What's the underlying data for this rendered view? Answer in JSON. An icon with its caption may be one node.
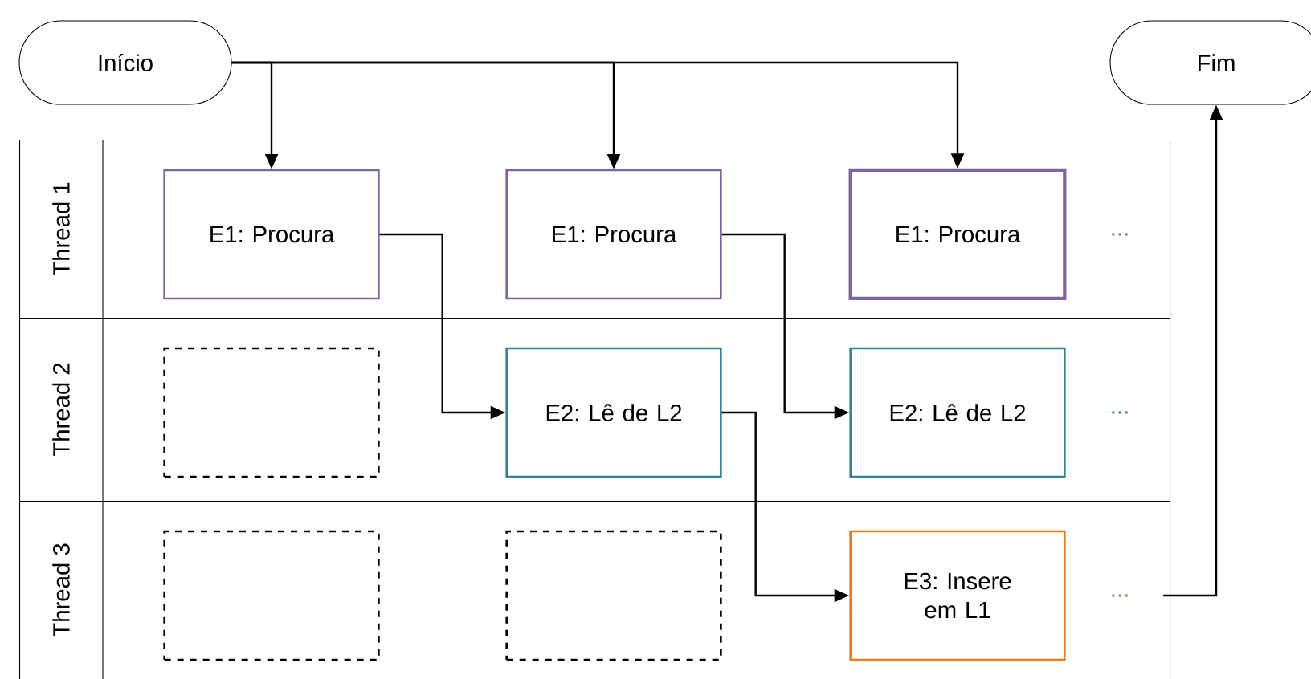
{
  "diagram": {
    "nodes": [
      {
        "text": [
          "Início"
        ]
      },
      {
        "text": [
          "Fim"
        ]
      },
      {
        "text": [
          "Thread 1"
        ]
      },
      {
        "text": [
          "E1: Procura"
        ],
        "in": 2
      },
      {
        "text": [
          "E1: Procura"
        ],
        "in": 2
      },
      {
        "text": [
          "E1: Procura"
        ],
        "in": 2
      },
      {
        "text": [
          "..."
        ],
        "in": 2
      },
      {
        "text": [
          "Thread 2"
        ]
      },
      {
        "text": [],
        "shape": "box",
        "in": 7
      },
      {
        "text": [
          "E2: Lê de L2"
        ],
        "in": 7
      },
      {
        "text": [
          "E2: Lê de L2"
        ],
        "in": 7
      },
      {
        "text": [
          "..."
        ],
        "in": 7
      },
      {
        "text": [
          "Thread 3"
        ]
      },
      {
        "text": [],
        "shape": "box",
        "in": 12
      },
      {
        "text": [],
        "shape": "box",
        "in": 12
      },
      {
        "text": [
          "E3: Insere em L1"
        ],
        "in": 12
      },
      {
        "text": [
          "..."
        ],
        "in": 12
      }
    ],
    "edges": [
      {
        "from": 0,
        "to": 3,
        "arrow": "to"
      },
      {
        "from": 0,
        "to": 4,
        "arrow": "to"
      },
      {
        "from": 0,
        "to": 5,
        "arrow": "to"
      },
      {
        "from": 3,
        "to": 9,
        "arrow": "to"
      },
      {
        "from": 4,
        "to": 10,
        "arrow": "to"
      },
      {
        "from": 9,
        "to": 15,
        "arrow": "to"
      },
      {
        "from": 16,
        "to": 1,
        "arrow": "to"
      }
    ]
  }
}
